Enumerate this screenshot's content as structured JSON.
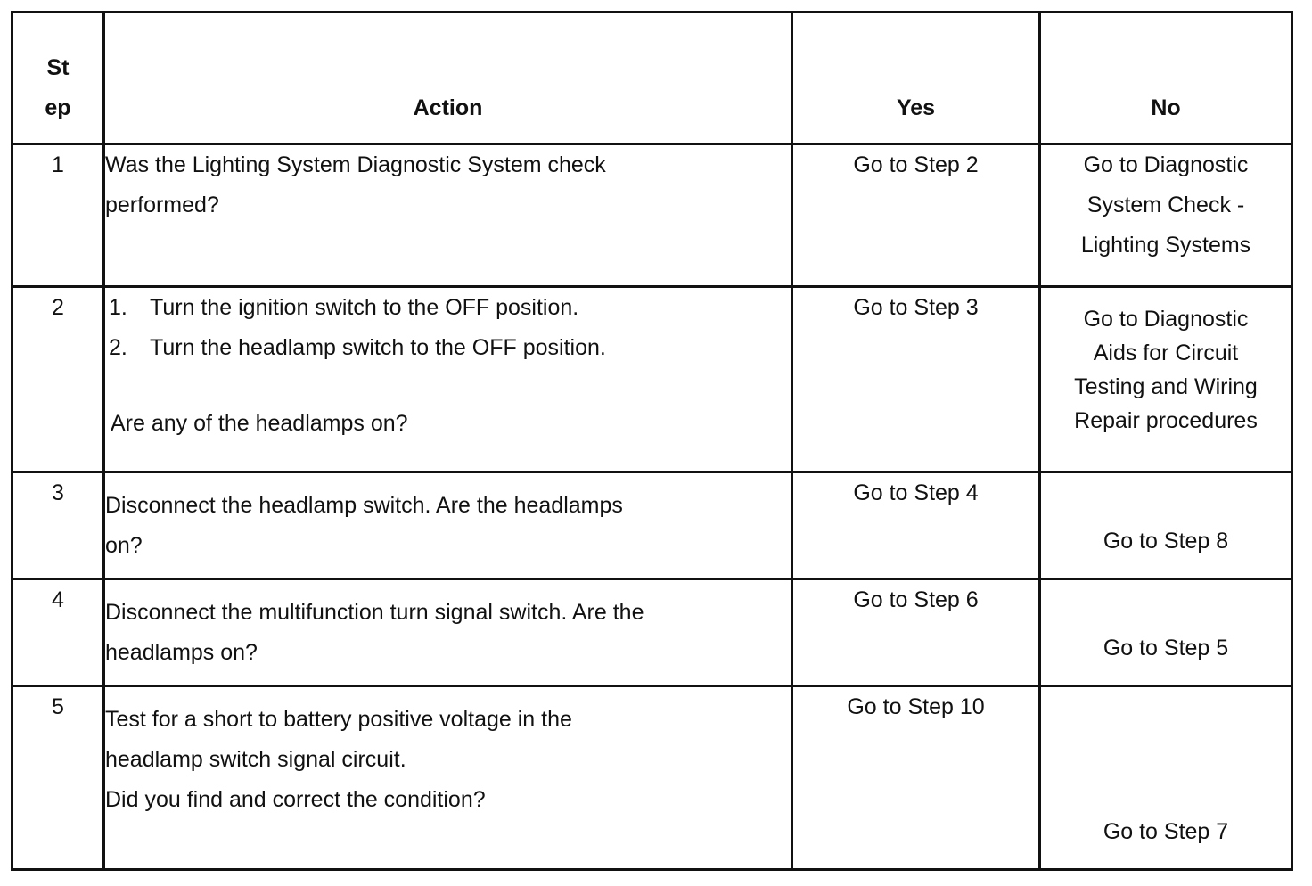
{
  "table": {
    "headers": {
      "step_line1": "St",
      "step_line2": "ep",
      "action": "Action",
      "yes": "Yes",
      "no": "No"
    },
    "rows": [
      {
        "step": "1",
        "action_lines": [
          "Was the Lighting System Diagnostic System check",
          "performed?"
        ],
        "yes": "Go to Step 2",
        "no_lines": [
          "Go to Diagnostic",
          "System Check -",
          "Lighting Systems"
        ]
      },
      {
        "step": "2",
        "action_list": [
          {
            "num": "1.",
            "text": "Turn the ignition switch to the OFF position."
          },
          {
            "num": "2.",
            "text": "Turn the headlamp switch to the OFF position."
          }
        ],
        "action_question": "Are any of the headlamps on?",
        "yes": "Go to Step 3",
        "no_lines": [
          "Go to Diagnostic",
          "Aids for Circuit",
          "Testing and Wiring",
          "Repair procedures"
        ]
      },
      {
        "step": "3",
        "action_lines": [
          "Disconnect the headlamp switch. Are the headlamps",
          "on?"
        ],
        "yes": "Go to Step 4",
        "no": "Go to Step 8"
      },
      {
        "step": "4",
        "action_lines": [
          "Disconnect the multifunction turn signal switch. Are the",
          "headlamps on?"
        ],
        "yes": "Go to Step 6",
        "no": "Go to Step 5"
      },
      {
        "step": "5",
        "action_lines": [
          "Test for a short to battery positive voltage in the",
          "headlamp switch signal circuit.",
          "Did you find and correct the condition?"
        ],
        "yes": "Go to Step 10",
        "no": "Go to Step 7"
      }
    ]
  }
}
